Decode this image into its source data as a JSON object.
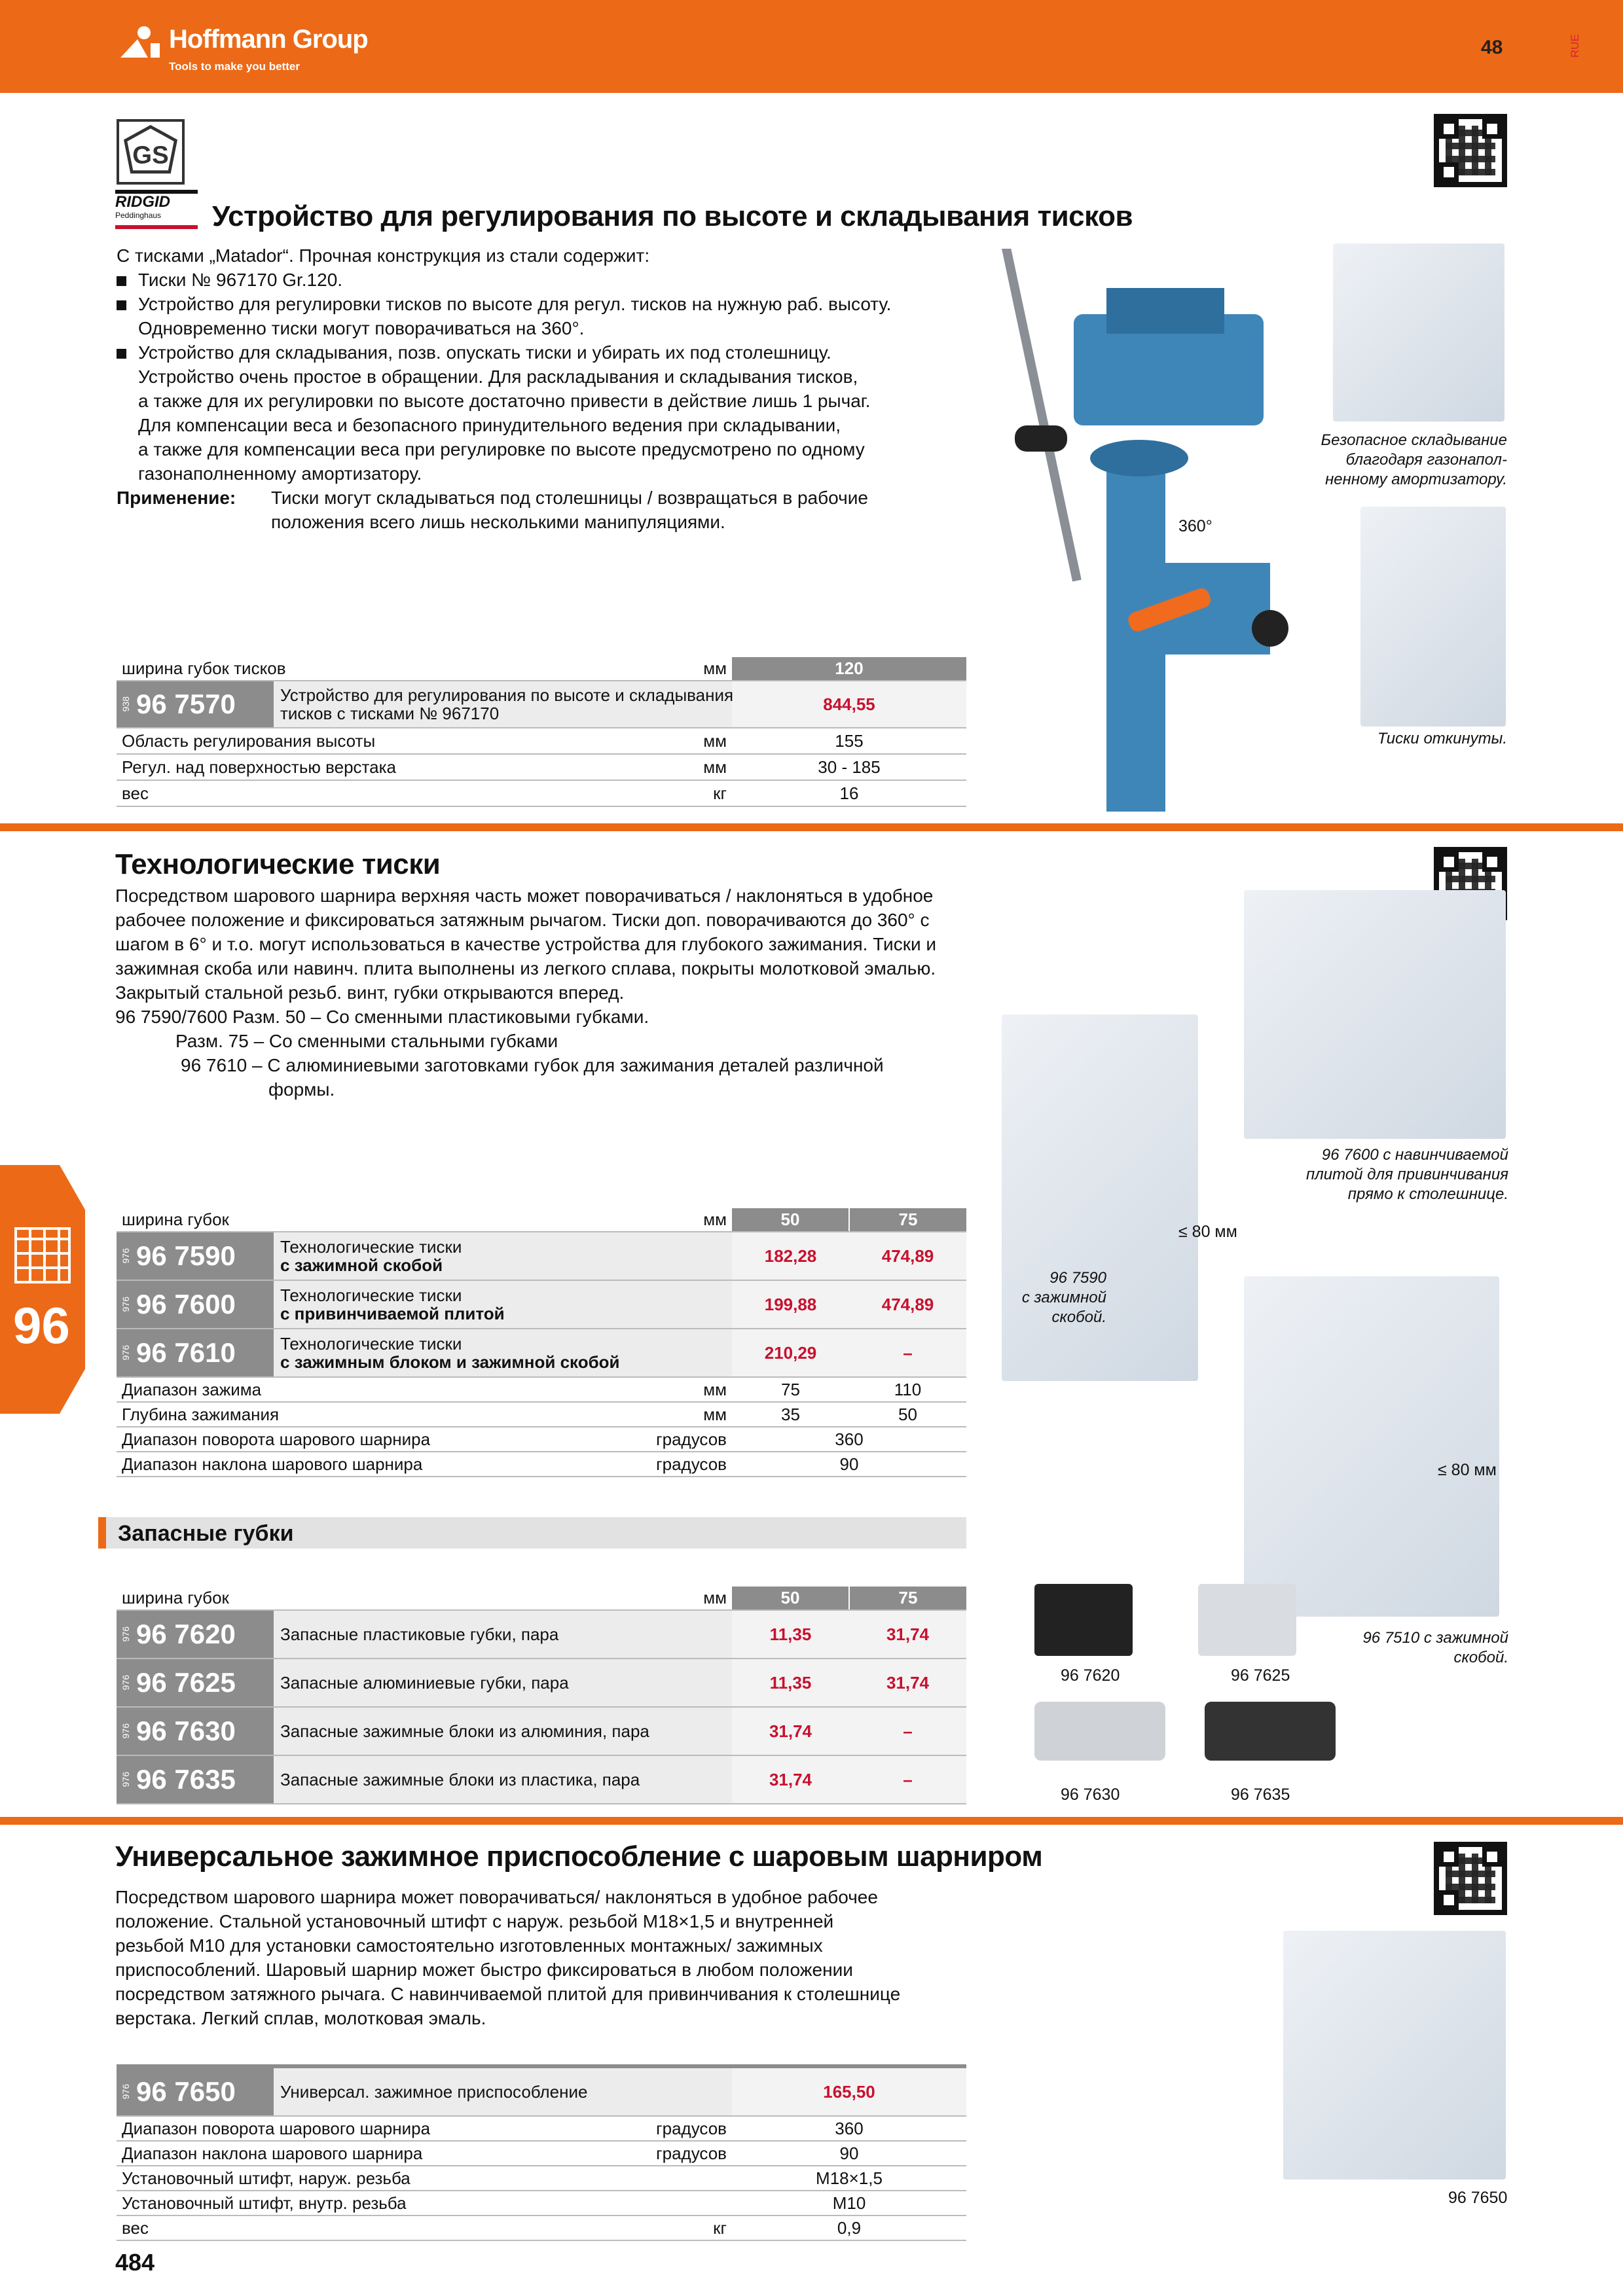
{
  "header": {
    "brand": "Hoffmann Group",
    "tagline": "Tools to make you better",
    "page_number": "48",
    "lang": "RUE"
  },
  "s1": {
    "brand_logo": "RIDGID",
    "brand_sub": "Peddinghaus",
    "title": "Устройство для регулирования по высоте и складывания тисков",
    "intro": "С тисками „Matador“. Прочная конструкция из стали содержит:",
    "bullets": [
      "Тиски № 967170 Gr.120.",
      "Устройство для регулировки тисков по высоте для регул. тисков на нужную раб. высоту.",
      "Устройство для складывания, позв. опускать тиски и убирать их под столешницу."
    ],
    "b2_cont": "Одновременно тиски могут поворачиваться на 360°.",
    "b3_cont": [
      "Устройство очень простое в обращении. Для раскладывания и складывания тисков,",
      "а также для их регулировки по высоте достаточно привести в действие лишь 1 рычаг.",
      "Для компенсации веса и безопасного принудительного ведения при складывании,",
      "а также для компенсации веса при регулировке по высоте предусмотрено по одному",
      "газонаполненному амортизатору."
    ],
    "app_label": "Применение:",
    "app_text": [
      "Тиски могут складываться под столешницы / возвращаться в рабочие",
      "положения всего лишь несколькими манипуляциями."
    ],
    "angle": "360°",
    "cap1": [
      "Безопасное складывание",
      "благодаря газонапол-",
      "ненному амортизатору."
    ],
    "cap2": "Тиски откинуты.",
    "table": {
      "h_label": "ширина губок тисков",
      "h_unit": "мм",
      "h_val": "120",
      "art_prefix": "938",
      "art": "96 7570",
      "desc": [
        "Устройство для регулирования по высоте и складывания",
        "тисков с тисками № 967170"
      ],
      "price": "844,55",
      "rows": [
        [
          "Область регулирования высоты",
          "мм",
          "155"
        ],
        [
          "Регул. над поверхностью верстака",
          "мм",
          "30 - 185"
        ],
        [
          "вес",
          "кг",
          "16"
        ]
      ]
    }
  },
  "s2": {
    "title": "Технологические тиски",
    "text": [
      "Посредством шарового шарнира верхняя часть может поворачиваться / наклоняться в удобное",
      "рабочее положение и фиксироваться затяжным рычагом. Тиски доп. поворачиваются до 360° с",
      "шагом в 6° и т.о. могут использоваться в качестве устройства для глубокого зажимания. Тиски и",
      "зажимная скоба или навинч. плита выполнены из легкого сплава, покрыты молотковой эмалью.",
      "Закрытый стальной резьб. винт, губки открываются вперед."
    ],
    "v1": "96 7590/7600 Разм. 50 – Со сменными пластиковыми губками.",
    "v2": "Разм. 75 – Со сменными стальными губками",
    "v3": [
      "96 7610 – С алюминиевыми заготовками губок для зажимания деталей различной",
      "формы."
    ],
    "cap_7600": [
      "96 7600 с навинчиваемой",
      "плитой для привинчивания",
      "прямо к столешнице."
    ],
    "dim1": "≤ 80 мм",
    "dim2": "≤ 80 мм",
    "cap_7590": [
      "96 7590",
      "с зажимной",
      "скобой."
    ],
    "cap_7510": [
      "96 7510 с зажимной",
      "скобой."
    ],
    "table": {
      "h_label": "ширина губок",
      "h_unit": "мм",
      "h1": "50",
      "h2": "75",
      "items": [
        {
          "pre": "976",
          "art": "96 7590",
          "d1": "Технологические тиски",
          "d2": "с зажимной скобой",
          "p1": "182,28",
          "p2": "474,89"
        },
        {
          "pre": "976",
          "art": "96 7600",
          "d1": "Технологические тиски",
          "d2": "с привинчиваемой плитой",
          "p1": "199,88",
          "p2": "474,89"
        },
        {
          "pre": "976",
          "art": "96 7610",
          "d1": "Технологические тиски",
          "d2": "с зажимным блоком и зажимной скобой",
          "p1": "210,29",
          "p2": "–"
        }
      ],
      "rows": [
        [
          "Диапазон зажима",
          "мм",
          "75",
          "110"
        ],
        [
          "Глубина зажимания",
          "мм",
          "35",
          "50"
        ]
      ],
      "rows2": [
        [
          "Диапазон поворота шарового шарнира",
          "градусов",
          "360"
        ],
        [
          "Диапазон наклона шарового шарнира",
          "градусов",
          "90"
        ]
      ]
    }
  },
  "s3": {
    "title": "Запасные губки",
    "table": {
      "h_label": "ширина губок",
      "h_unit": "мм",
      "h1": "50",
      "h2": "75",
      "items": [
        {
          "pre": "976",
          "art": "96 7620",
          "d": "Запасные пластиковые губки, пара",
          "p1": "11,35",
          "p2": "31,74"
        },
        {
          "pre": "976",
          "art": "96 7625",
          "d": "Запасные алюминиевые губки, пара",
          "p1": "11,35",
          "p2": "31,74"
        },
        {
          "pre": "976",
          "art": "96 7630",
          "d": "Запасные зажимные блоки из алюминия, пара",
          "p1": "31,74",
          "p2": "–"
        },
        {
          "pre": "976",
          "art": "96 7635",
          "d": "Запасные зажимные блоки из пластика, пара",
          "p1": "31,74",
          "p2": "–"
        }
      ]
    },
    "labels": [
      "96 7620",
      "96 7625",
      "96 7630",
      "96 7635"
    ]
  },
  "s4": {
    "title": "Универсальное зажимное приспособление с шаровым шарниром",
    "text": [
      "Посредством шарового шарнира может поворачиваться/ наклоняться в удобное рабочее",
      "положение. Стальной установочный штифт с наруж. резьбой M18×1,5 и внутренней",
      "резьбой M10 для установки самостоятельно изготовленных монтажных/ зажимных",
      "приспособлений. Шаровый шарнир может быстро фиксироваться в любом положении",
      "посредством затяжного рычага. С навинчиваемой плитой для привинчивания к столешнице",
      "верстака. Легкий сплав, молотковая эмаль."
    ],
    "table": {
      "pre": "976",
      "art": "96 7650",
      "desc": "Универсал. зажимное приспособление",
      "price": "165,50",
      "rows": [
        [
          "Диапазон поворота шарового шарнира",
          "градусов",
          "360"
        ],
        [
          "Диапазон наклона шарового шарнира",
          "градусов",
          "90"
        ],
        [
          "Установочный штифт, наруж. резьба",
          "",
          "M18×1,5"
        ],
        [
          "Установочный штифт, внутр. резьба",
          "",
          "M10"
        ],
        [
          "вес",
          "кг",
          "0,9"
        ]
      ]
    },
    "cap": "96 7650"
  },
  "side_tab": "96",
  "footer_page": "484"
}
